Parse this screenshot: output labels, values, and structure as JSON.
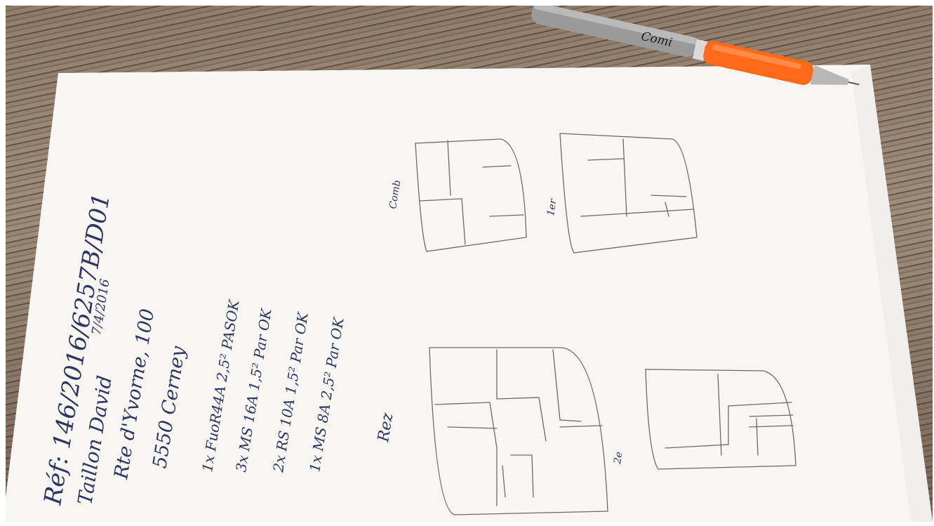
{
  "scene": {
    "description_free": true,
    "colors": {
      "desk": "#8b7866",
      "paper": "#f7f6f3",
      "ink": "#2e3560",
      "pencil": "#6a6a6a",
      "pen_grip": "#ff6a1a",
      "pen_body": "#9a9a9a"
    }
  },
  "pen": {
    "brand_text": "Comi"
  },
  "notes": {
    "ref_line": "Réf: 146/2016/6257B/D01",
    "name_line": "Taillon David",
    "date": "7/4/2016",
    "street_line": "Rte d'Yvorne, 100",
    "city_line": "5550 Cerney",
    "items": [
      "1x FuoR44A 2,5² PASOK",
      "3x MS 16A 1,5² Par OK",
      "2x RS 10A 1,5² Par OK",
      "1x MS 8A 2,5² Par OK"
    ],
    "label_rez": "Rez",
    "label_comb": "Comb",
    "label_1er": "1er",
    "label_2e": "2e"
  }
}
